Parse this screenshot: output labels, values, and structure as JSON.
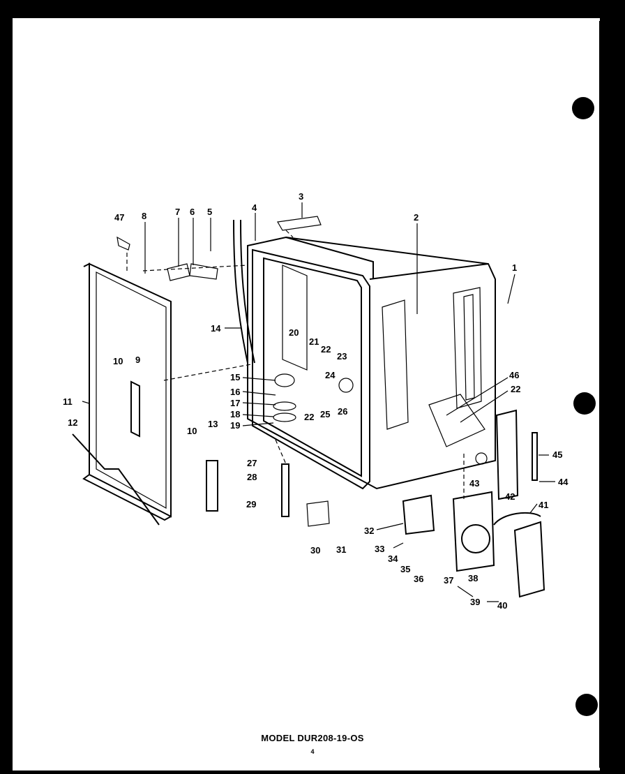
{
  "title": "MODEL DUR208-19-OS",
  "page_number": "4",
  "callouts": [
    "1",
    "2",
    "3",
    "4",
    "5",
    "6",
    "7",
    "8",
    "9",
    "10",
    "11",
    "12",
    "13",
    "14",
    "15",
    "16",
    "17",
    "18",
    "19",
    "20",
    "21",
    "22",
    "23",
    "24",
    "25",
    "26",
    "27",
    "28",
    "29",
    "30",
    "31",
    "32",
    "33",
    "34",
    "35",
    "36",
    "37",
    "38",
    "39",
    "40",
    "41",
    "42",
    "43",
    "44",
    "45",
    "46",
    "47"
  ],
  "colors": {
    "paper": "#ffffff",
    "ink": "#000000",
    "background": "#000000"
  }
}
